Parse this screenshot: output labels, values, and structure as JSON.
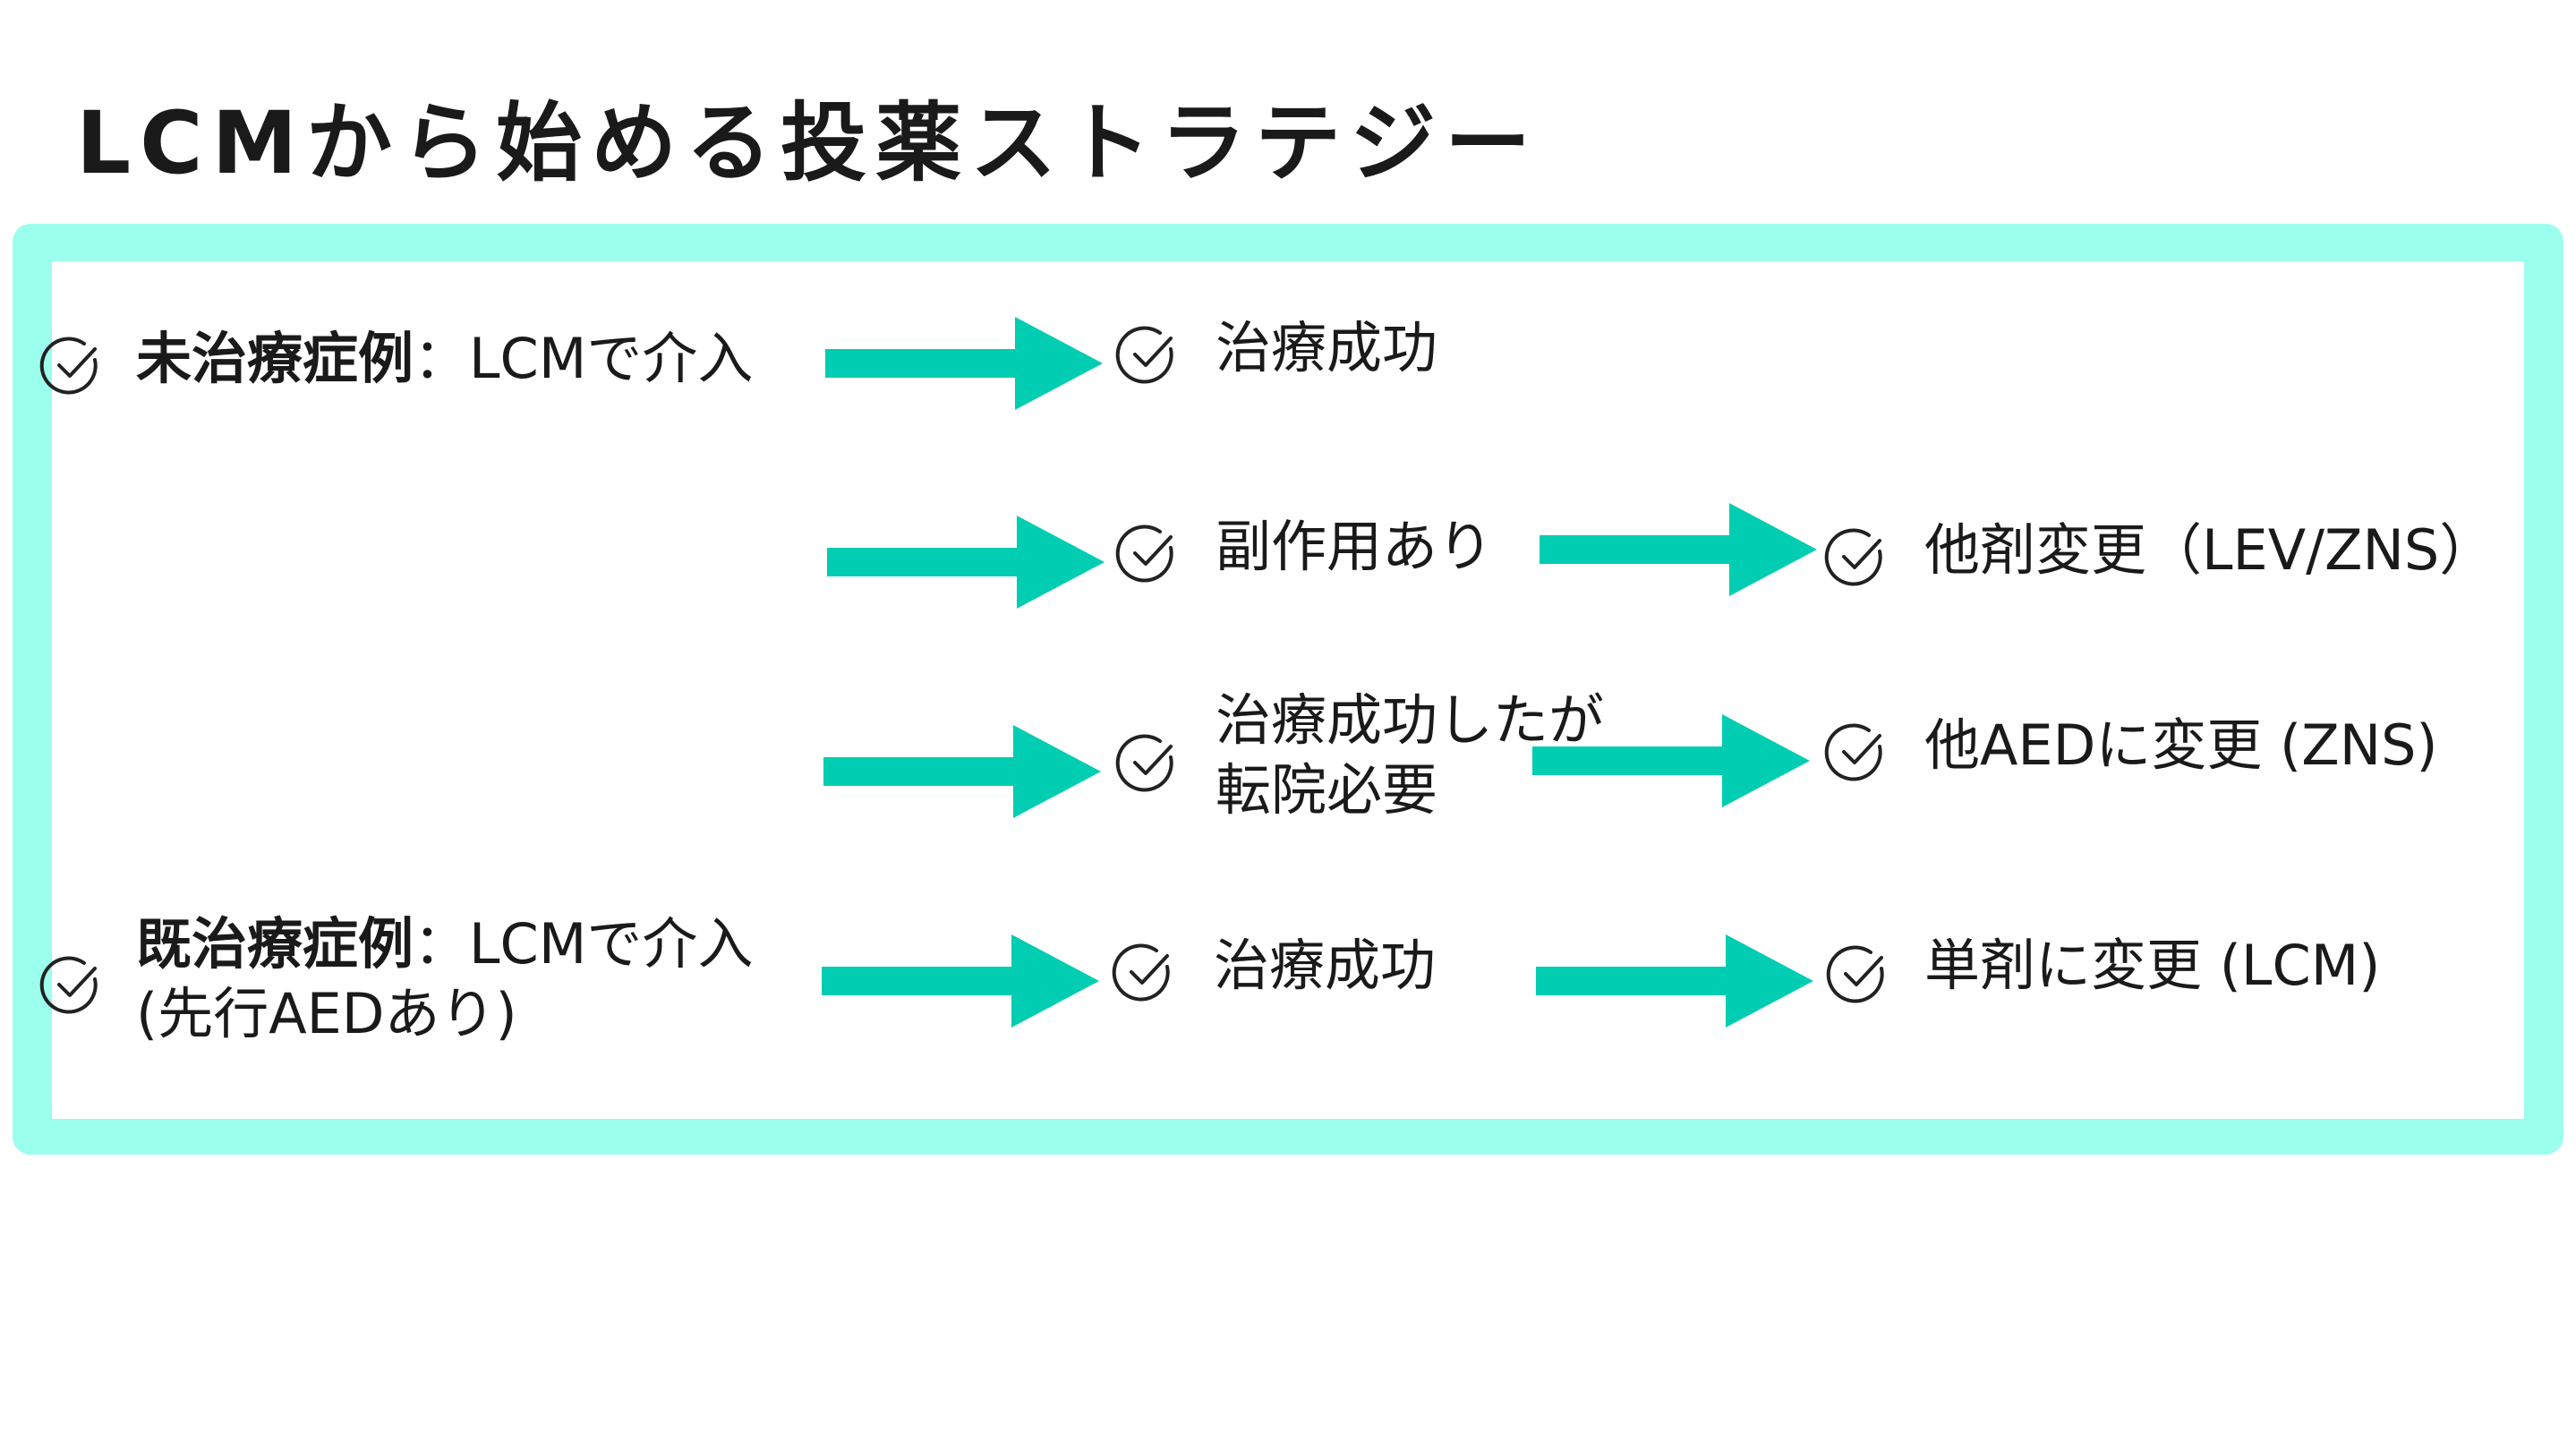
{
  "title": "LCMから始める投薬ストラテジー",
  "colors": {
    "frame": "#9cfeec",
    "arrow": "#00cdb2",
    "text": "#1a1a1a"
  },
  "icons": {
    "check": "check-circle-icon",
    "arrow": "arrow-right-icon"
  },
  "rows": {
    "untreated": {
      "label_bold": "未治療症例",
      "label_rest": "：LCMで介入"
    },
    "treated": {
      "label_bold": "既治療症例",
      "label_rest": "：LCMで介入",
      "label_line2": "(先行AEDあり)"
    }
  },
  "outcomes": {
    "success": "治療成功",
    "side_effect": "副作用あり",
    "transfer_line1": "治療成功したが",
    "transfer_line2": "転院必要",
    "treated_success": "治療成功"
  },
  "next_steps": {
    "side_effect": "他剤変更（LEV/ZNS）",
    "transfer": "他AEDに変更 (ZNS)",
    "treated_success": "単剤に変更 (LCM)"
  }
}
